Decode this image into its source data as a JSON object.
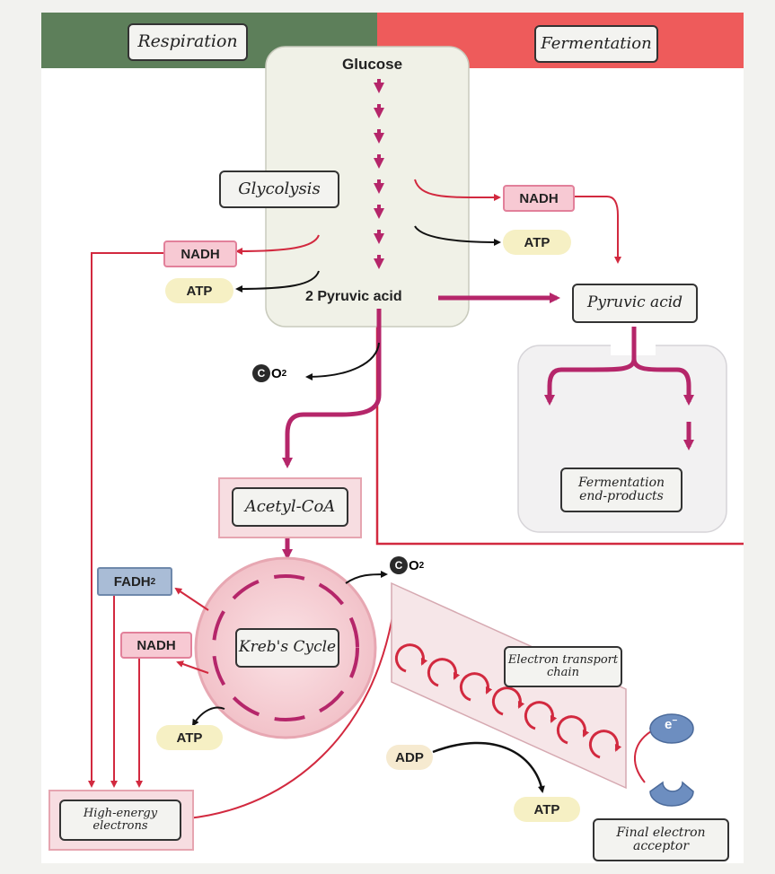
{
  "headers": {
    "left": "Respiration",
    "right": "Fermentation"
  },
  "labels": {
    "glucose": "Glucose",
    "glycolysis": "Glycolysis",
    "pyruvic_2": "2 Pyruvic acid",
    "pyruvic_ferm": "Pyruvic acid",
    "ferm_end_1": "Fermentation",
    "ferm_end_2": "end-products",
    "acetyl": "Acetyl-CoA",
    "krebs": "Kreb's Cycle",
    "etc_1": "Electron transport",
    "etc_2": "chain",
    "high_1": "High-energy",
    "high_2": "electrons",
    "final_1": "Final electron",
    "final_2": "acceptor"
  },
  "molecules": {
    "nadh": "NADH",
    "atp": "ATP",
    "adp": "ADP",
    "fadh": "FADH",
    "fadh_sub": "2",
    "co2_c": "C",
    "co2_o": "O",
    "co2_sub": "2",
    "electron": "e",
    "electron_sup": "−"
  },
  "colors": {
    "respiration_header": "#5d7f5a",
    "fermentation_header": "#ee5b5b",
    "arrow_red": "#d2293f",
    "arrow_magenta": "#b5266a",
    "arrow_black": "#111111"
  }
}
